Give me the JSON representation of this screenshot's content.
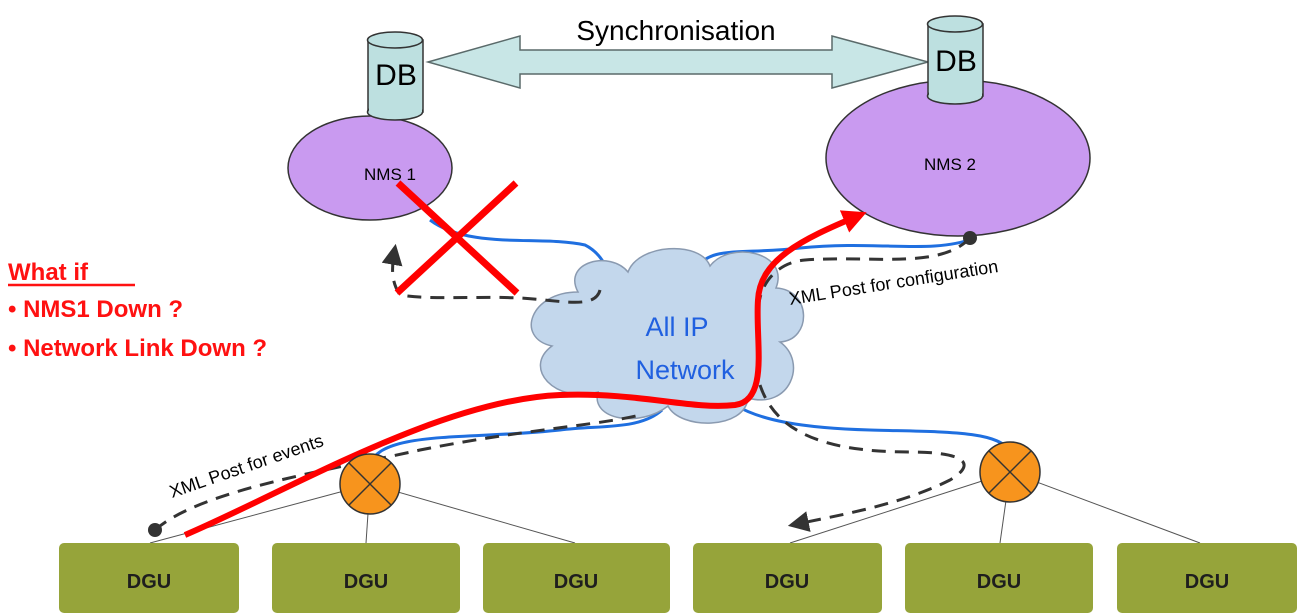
{
  "sync_label": "Synchronisation",
  "databases": [
    {
      "label": "DB"
    },
    {
      "label": "DB"
    }
  ],
  "nms": [
    {
      "label": "NMS 1"
    },
    {
      "label": "NMS 2"
    }
  ],
  "cloud": {
    "line1": "All IP",
    "line2": "Network"
  },
  "annotations": {
    "events": "XML Post for events",
    "configuration": "XML Post for configuration"
  },
  "what_if": {
    "heading": "What if",
    "items": [
      "• NMS1 Down ?",
      "• Network Link Down ?"
    ]
  },
  "dgus": [
    {
      "label": "DGU"
    },
    {
      "label": "DGU"
    },
    {
      "label": "DGU"
    },
    {
      "label": "DGU"
    },
    {
      "label": "DGU"
    },
    {
      "label": "DGU"
    }
  ],
  "colors": {
    "nms_fill": "#c99af0",
    "db_fill": "#bde0e0",
    "cloud_fill": "#c3d7ec",
    "dgu_fill": "#96a43a",
    "switch_fill": "#f7941d",
    "active_path": "#ff0000",
    "network_link": "#1f6fe0",
    "failure_mark": "#ff0000",
    "what_if_text": "#ff1111"
  }
}
